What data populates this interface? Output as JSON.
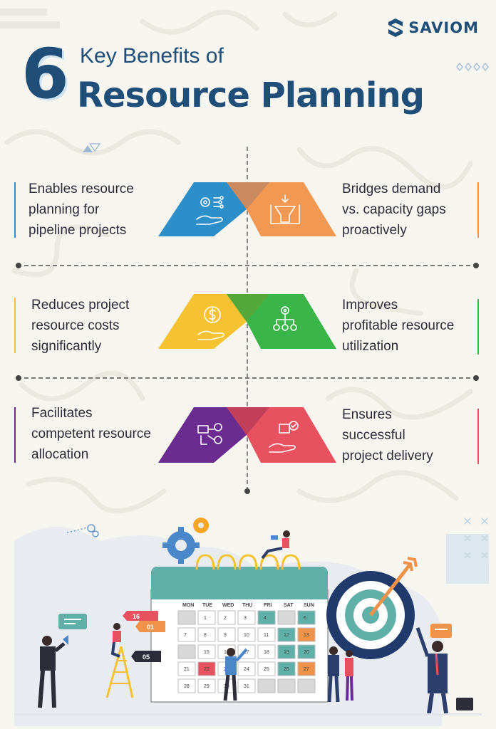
{
  "brand": {
    "name": "SAVIOM"
  },
  "title": {
    "number": "6",
    "top": "Key Benefits of",
    "main": "Resource Planning"
  },
  "benefits": [
    {
      "lines": [
        "Enables resource",
        "planning for",
        "pipeline projects"
      ],
      "color": "#2c8fc9",
      "icon": "gears-hand-icon"
    },
    {
      "lines": [
        "Bridges demand",
        "vs. capacity gaps",
        "proactively"
      ],
      "color": "#f0934a",
      "icon": "funnel-box-icon"
    },
    {
      "lines": [
        "Reduces project",
        "resource costs",
        "significantly"
      ],
      "color": "#f5c332",
      "icon": "dollar-hand-icon"
    },
    {
      "lines": [
        "Improves",
        "profitable resource",
        "utilization"
      ],
      "color": "#3ab54a",
      "icon": "network-people-icon"
    },
    {
      "lines": [
        "Facilitates",
        "competent resource",
        "allocation"
      ],
      "color": "#6a2c91",
      "icon": "allocation-icon"
    },
    {
      "lines": [
        "Ensures",
        "successful",
        "project delivery"
      ],
      "color": "#e8515f",
      "icon": "delivery-hand-icon"
    }
  ],
  "calendar": {
    "days": [
      "MON",
      "TUE",
      "WED",
      "THU",
      "FRI",
      "SAT",
      "SUN"
    ],
    "rows": [
      [
        "",
        "1",
        "2",
        "3",
        "4",
        "",
        "6"
      ],
      [
        "7",
        "8",
        "9",
        "10",
        "11",
        "12",
        "13"
      ],
      [
        "",
        "15",
        "16",
        "17",
        "18",
        "19",
        "20"
      ],
      [
        "21",
        "22",
        "23",
        "24",
        "25",
        "26",
        "27"
      ],
      [
        "28",
        "29",
        "30",
        "31",
        "",
        "",
        ""
      ]
    ]
  },
  "tags": [
    "16",
    "01",
    "05"
  ]
}
